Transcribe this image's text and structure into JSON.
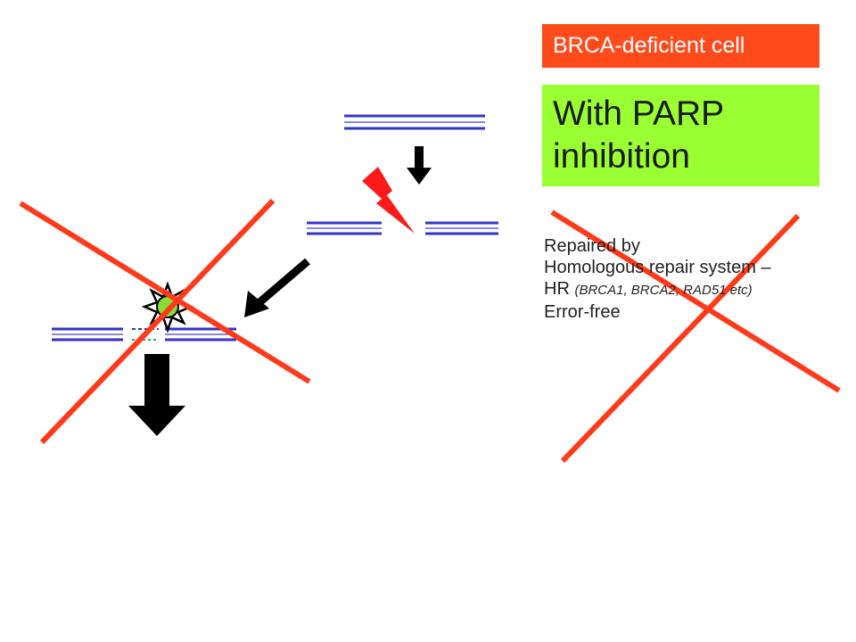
{
  "colors": {
    "brca_box": "#ff4a1c",
    "parp_box": "#99ff33",
    "dna_strand": "#3333cc",
    "dna_strand_light": "#8888dd",
    "red_cross": "#ff3a1a",
    "arrow": "#000000",
    "lightning": "#ff1a1a",
    "parp_molecule": "#88dd33"
  },
  "labels": {
    "brca_deficient": "BRCA-deficient cell",
    "parp_inhibition": "With PARP inhibition"
  },
  "repair_text": {
    "line1": "Repaired by",
    "line2": "Homologous repair system –",
    "line3_prefix": "HR ",
    "line3_note": "(BRCA1, BRCA2, RAD51 etc)",
    "line4": "Error-free"
  },
  "icons": {
    "break": "lightning-bolt-icon",
    "parp": "parp-trapped-icon",
    "cross": "red-cross-icon"
  }
}
